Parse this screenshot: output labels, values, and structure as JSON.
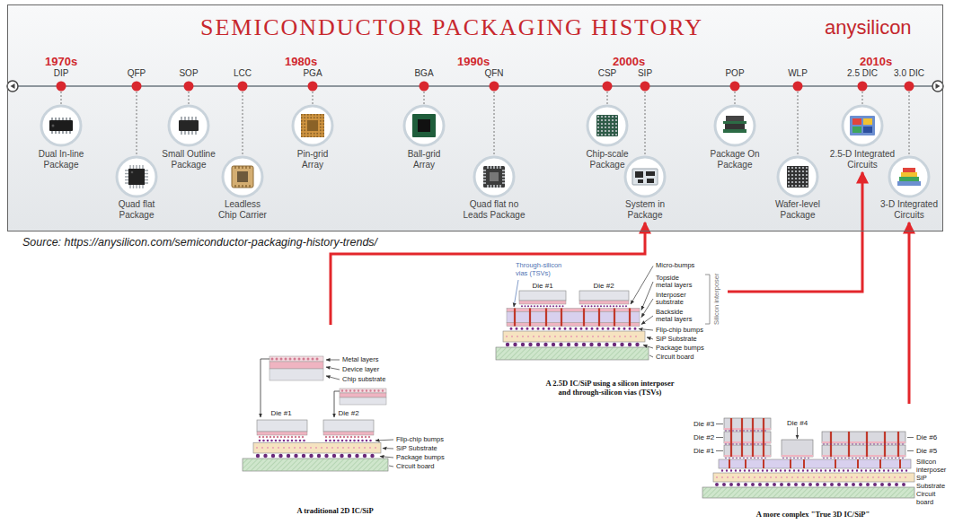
{
  "diagram": {
    "caption": "Source: https://anysilicon.com/semiconductor-packaging-history-trends/",
    "nodes": [
      {
        "text": [
          "SEMICONDUCTOR PACKAGING HISTORY",
          "anysilicon"
        ]
      },
      {
        "text": [
          "DIP",
          "Dual In-line Package"
        ],
        "in": 0
      },
      {
        "text": [
          "QFP",
          "Quad flat Package"
        ],
        "in": 0
      },
      {
        "text": [
          "SOP",
          "Small Outline Package"
        ],
        "in": 0
      },
      {
        "text": [
          "LCC",
          "Leadless Chip Carrier"
        ],
        "in": 0
      },
      {
        "text": [
          "PGA",
          "Pin-grid Array"
        ],
        "in": 0
      },
      {
        "text": [
          "BGA",
          "Ball-grid Array"
        ],
        "in": 0
      },
      {
        "text": [
          "QFN",
          "Quad flat no Leads Package"
        ],
        "in": 0
      },
      {
        "text": [
          "CSP",
          "Chip-scale Package"
        ],
        "in": 0
      },
      {
        "text": [
          "SIP",
          "System in Package"
        ],
        "in": 0
      },
      {
        "text": [
          "POP",
          "Package On Package"
        ],
        "in": 0
      },
      {
        "text": [
          "WLP",
          "Wafer-level Package"
        ],
        "in": 0
      },
      {
        "text": [
          "2.5 DIC",
          "2.5-D Integrated Circuits"
        ],
        "in": 0
      },
      {
        "text": [
          "3.0 DIC",
          "3-D Integrated Circuits"
        ],
        "in": 0
      },
      {
        "text": [
          "A traditional 2D IC/SiP"
        ]
      },
      {
        "text": [
          "A 2.5D IC/SiP using a silicon interposer and through-silicon vias (TSVs)"
        ]
      },
      {
        "text": [
          "A more complex \"True 3D IC/SiP\""
        ]
      }
    ],
    "edges": [
      {
        "from": 14,
        "to": 9,
        "arrow": "to"
      },
      {
        "from": 15,
        "to": 12,
        "arrow": "to"
      },
      {
        "from": 16,
        "to": 13,
        "arrow": "to"
      }
    ],
    "labels": [
      "1970s",
      "1980s",
      "1990s",
      "2000s",
      "2010s",
      "Metal layers",
      "Device layer",
      "Chip substrate",
      "Die #1",
      "Die #2",
      "Flip-chip bumps",
      "SiP Substrate",
      "Package bumps",
      "Circuit board",
      "Through-silicon vias (TSVs)",
      "Die #1",
      "Die #2",
      "Micro-bumps",
      "Topside metal layers",
      "Interposer substrate",
      "Backside metal layers",
      "Silicon interposer",
      "Flip-chip bumps",
      "SiP Substrate",
      "Package bumps",
      "Circuit board",
      "Die #3",
      "Die #2",
      "Die #1",
      "Die #4",
      "Die #6",
      "Die #5",
      "Silicon interposer",
      "SiP Substrate",
      "Circuit board"
    ]
  }
}
